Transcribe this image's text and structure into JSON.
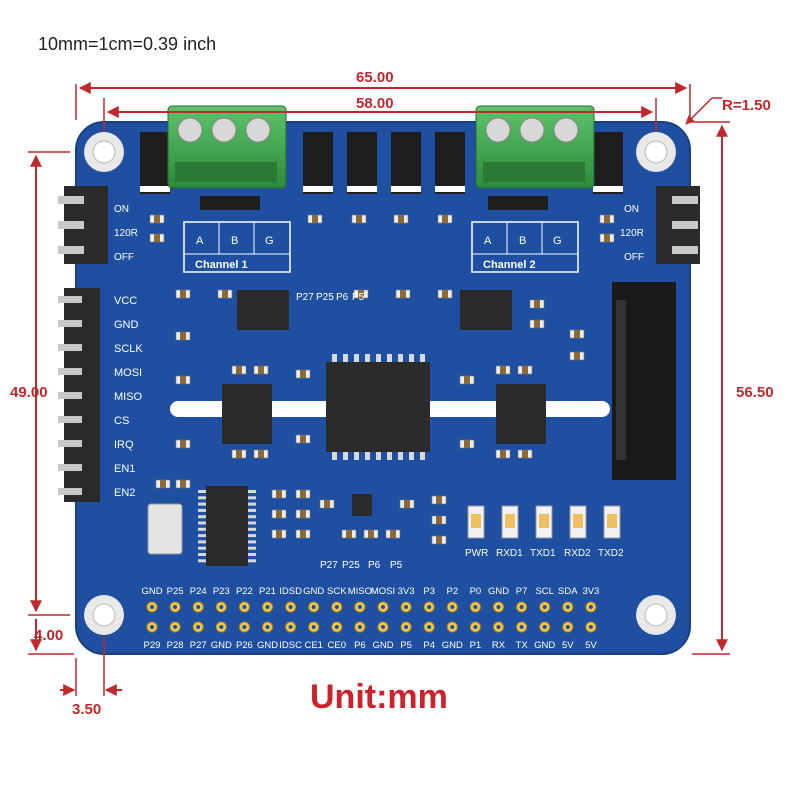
{
  "scale_note": "10mm=1cm=0.39 inch",
  "unit_label": "Unit:mm",
  "dimensions": {
    "width_outer": "65.00",
    "width_inner": "58.00",
    "corner_radius": "R=1.50",
    "height_left": "49.00",
    "height_right": "56.50",
    "bottom_offset": "4.00",
    "left_offset": "3.50"
  },
  "channels": {
    "ch1": {
      "title": "Channel 1",
      "terminals": [
        "A",
        "B",
        "G"
      ]
    },
    "ch2": {
      "title": "Channel 2",
      "terminals": [
        "A",
        "B",
        "G"
      ]
    }
  },
  "switch_left": [
    "ON",
    "120R",
    "OFF"
  ],
  "switch_right": [
    "ON",
    "120R",
    "OFF"
  ],
  "spi_header": [
    "VCC",
    "GND",
    "SCLK",
    "MOSI",
    "MISO",
    "CS",
    "IRQ",
    "EN1",
    "EN2"
  ],
  "jumper_labels": [
    "P27",
    "P25",
    "P6",
    "P5"
  ],
  "leds": [
    "PWR",
    "RXD1",
    "TXD1",
    "RXD2",
    "TXD2"
  ],
  "gpio_top": [
    "GND",
    "P25",
    "P24",
    "P23",
    "P22",
    "P21",
    "IDSD",
    "GND",
    "SCK",
    "MISO",
    "MOSI",
    "3V3",
    "P3",
    "P2",
    "P0",
    "GND",
    "P7",
    "SCL",
    "SDA",
    "3V3"
  ],
  "gpio_bottom": [
    "P29",
    "P28",
    "P27",
    "GND",
    "P26",
    "GND",
    "IDSC",
    "CE1",
    "CE0",
    "P6",
    "GND",
    "P5",
    "P4",
    "GND",
    "P1",
    "RX",
    "TX",
    "GND",
    "5V",
    "5V"
  ],
  "colors": {
    "pcb": "#1f4fa0",
    "dimension": "#c0282c",
    "terminal": "#3aa54a",
    "chip": "#2b2b2b"
  }
}
